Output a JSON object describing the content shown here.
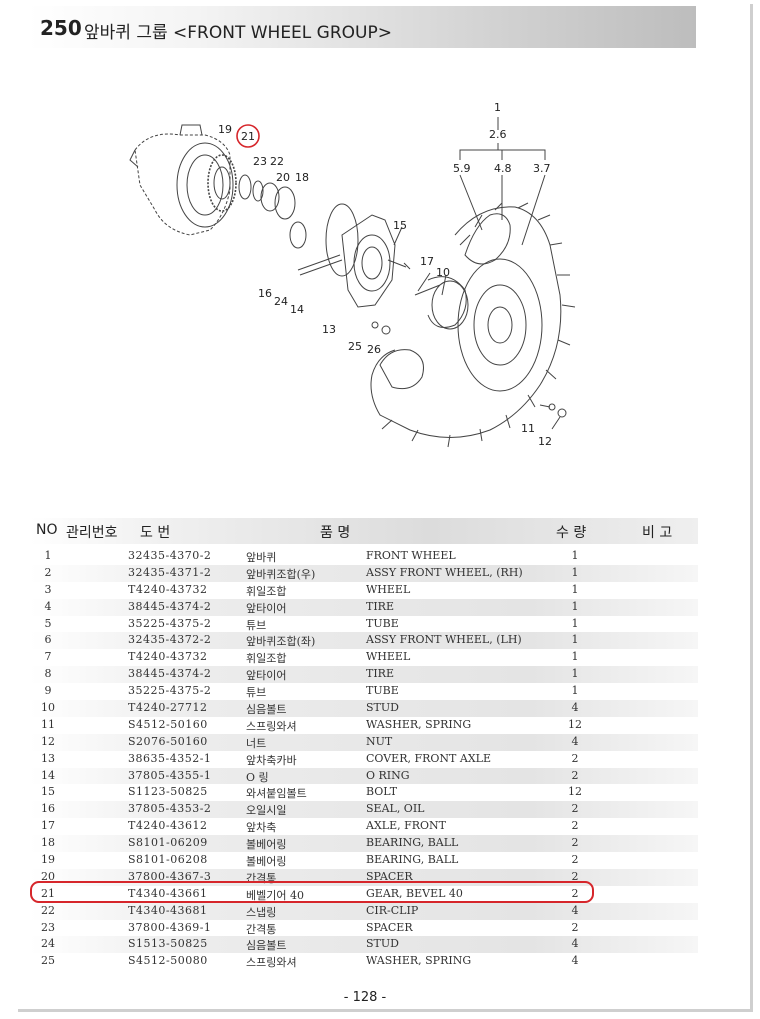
{
  "header": {
    "number": "250",
    "title": "앞바퀴 그룹 <FRONT WHEEL GROUP>"
  },
  "diagram": {
    "labels": [
      "1",
      "2.6",
      "5.9",
      "4.8",
      "3.7",
      "19",
      "21",
      "23",
      "22",
      "20",
      "18",
      "15",
      "17",
      "10",
      "16",
      "24",
      "14",
      "13",
      "25",
      "26",
      "11",
      "12"
    ],
    "highlighted_label": "21"
  },
  "table": {
    "headers": {
      "no": "NO",
      "mgmt": "관리번호",
      "drawing": "도    번",
      "name": "품                    명",
      "qty": "수 량",
      "remark": "비 고"
    },
    "rows": [
      {
        "no": "1",
        "part": "32435-4370-2",
        "kr": "앞바퀴",
        "en": "FRONT WHEEL",
        "qty": "1"
      },
      {
        "no": "2",
        "part": "32435-4371-2",
        "kr": "앞바퀴조합(우)",
        "en": "ASSY FRONT WHEEL, (RH)",
        "qty": "1"
      },
      {
        "no": "3",
        "part": "T4240-43732",
        "kr": "휘일조합",
        "en": "WHEEL",
        "qty": "1"
      },
      {
        "no": "4",
        "part": "38445-4374-2",
        "kr": "앞타이어",
        "en": "TIRE",
        "qty": "1"
      },
      {
        "no": "5",
        "part": "35225-4375-2",
        "kr": "튜브",
        "en": "TUBE",
        "qty": "1"
      },
      {
        "no": "6",
        "part": "32435-4372-2",
        "kr": "앞바퀴조합(좌)",
        "en": "ASSY FRONT WHEEL, (LH)",
        "qty": "1"
      },
      {
        "no": "7",
        "part": "T4240-43732",
        "kr": "휘일조합",
        "en": "WHEEL",
        "qty": "1"
      },
      {
        "no": "8",
        "part": "38445-4374-2",
        "kr": "앞타이어",
        "en": "TIRE",
        "qty": "1"
      },
      {
        "no": "9",
        "part": "35225-4375-2",
        "kr": "튜브",
        "en": "TUBE",
        "qty": "1"
      },
      {
        "no": "10",
        "part": "T4240-27712",
        "kr": "심음볼트",
        "en": "STUD",
        "qty": "4"
      },
      {
        "no": "11",
        "part": "S4512-50160",
        "kr": "스프링와셔",
        "en": "WASHER, SPRING",
        "qty": "12"
      },
      {
        "no": "12",
        "part": "S2076-50160",
        "kr": "너트",
        "en": "NUT",
        "qty": "4"
      },
      {
        "no": "13",
        "part": "38635-4352-1",
        "kr": "앞차축카바",
        "en": "COVER, FRONT AXLE",
        "qty": "2"
      },
      {
        "no": "14",
        "part": "37805-4355-1",
        "kr": "O 링",
        "en": "O RING",
        "qty": "2"
      },
      {
        "no": "15",
        "part": "S1123-50825",
        "kr": "와셔붙임볼트",
        "en": "BOLT",
        "qty": "12"
      },
      {
        "no": "16",
        "part": "37805-4353-2",
        "kr": "오일시일",
        "en": "SEAL, OIL",
        "qty": "2"
      },
      {
        "no": "17",
        "part": "T4240-43612",
        "kr": "앞차축",
        "en": "AXLE, FRONT",
        "qty": "2"
      },
      {
        "no": "18",
        "part": "S8101-06209",
        "kr": "볼베어링",
        "en": "BEARING, BALL",
        "qty": "2"
      },
      {
        "no": "19",
        "part": "S8101-06208",
        "kr": "볼베어링",
        "en": "BEARING, BALL",
        "qty": "2"
      },
      {
        "no": "20",
        "part": "37800-4367-3",
        "kr": "간격통",
        "en": "SPACER",
        "qty": "2"
      },
      {
        "no": "21",
        "part": "T4340-43661",
        "kr": "베벨기어 40",
        "en": "GEAR, BEVEL 40",
        "qty": "2"
      },
      {
        "no": "22",
        "part": "T4340-43681",
        "kr": "스냅링",
        "en": "CIR-CLIP",
        "qty": "4"
      },
      {
        "no": "23",
        "part": "37800-4369-1",
        "kr": "간격통",
        "en": "SPACER",
        "qty": "2"
      },
      {
        "no": "24",
        "part": "S1513-50825",
        "kr": "심음볼트",
        "en": "STUD",
        "qty": "4"
      },
      {
        "no": "25",
        "part": "S4512-50080",
        "kr": "스프링와셔",
        "en": "WASHER, SPRING",
        "qty": "4"
      }
    ],
    "highlighted_row": "21"
  },
  "footer": {
    "page": "- 128 -"
  },
  "colors": {
    "highlight": "#d6262b"
  }
}
